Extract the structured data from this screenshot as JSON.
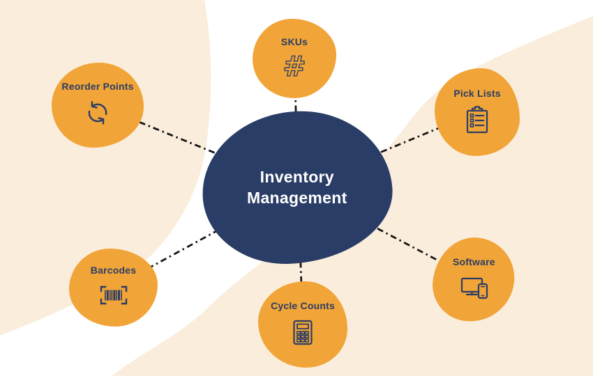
{
  "title": "Inventory Management mind map",
  "colors": {
    "node_orange": "#F1A437",
    "center_navy": "#2A3D66",
    "background_cream": "#FAEDDC",
    "background_white": "#FFFFFF",
    "connector_black": "#161616",
    "label_navy": "#2A3D66",
    "center_text_white": "#FFFFFF"
  },
  "center": {
    "label": "Inventory Management",
    "line1": "Inventory",
    "line2": "Management"
  },
  "nodes": [
    {
      "id": "skus",
      "label": "SKUs",
      "icon": "hash-icon"
    },
    {
      "id": "pick-lists",
      "label": "Pick Lists",
      "icon": "clipboard-icon"
    },
    {
      "id": "reorder-points",
      "label": "Reorder Points",
      "icon": "cycle-arrows-icon"
    },
    {
      "id": "barcodes",
      "label": "Barcodes",
      "icon": "barcode-icon"
    },
    {
      "id": "cycle-counts",
      "label": "Cycle Counts",
      "icon": "calculator-icon"
    },
    {
      "id": "software",
      "label": "Software",
      "icon": "devices-icon"
    }
  ],
  "hash_glyph": "#"
}
